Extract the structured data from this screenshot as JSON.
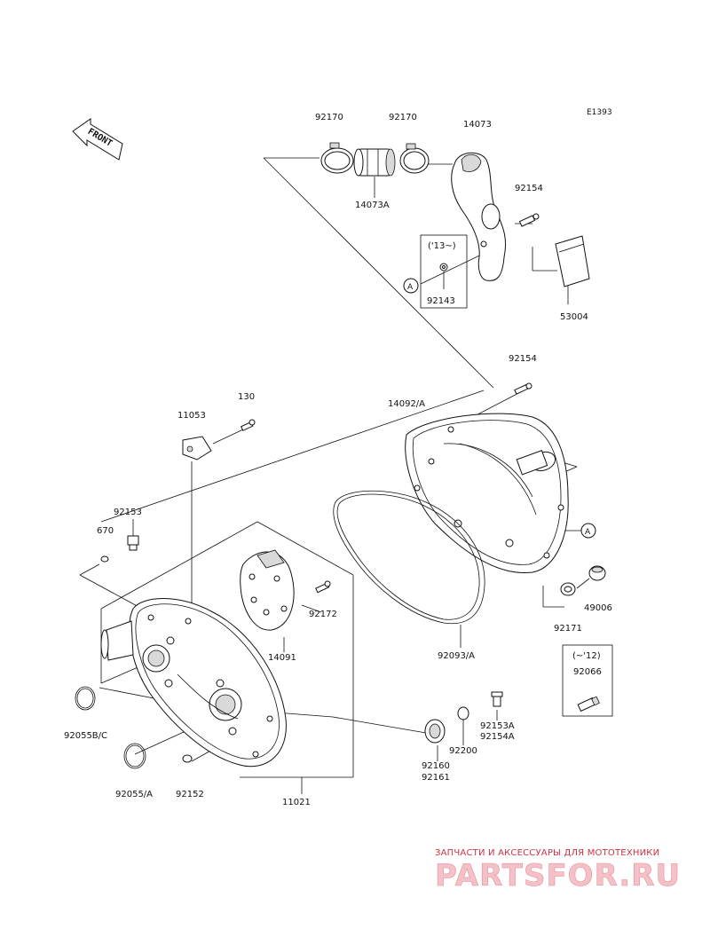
{
  "diagram": {
    "code": "E1393",
    "front_arrow": "FRONT",
    "callout_a": "A",
    "labels": {
      "p92170_l": "92170",
      "p92170_r": "92170",
      "p14073": "14073",
      "p14073a": "14073A",
      "p92154_t": "92154",
      "p13up": "('13~)",
      "p92143": "92143",
      "p53004": "53004",
      "p92154_m": "92154",
      "p14092": "14092/A",
      "p130": "130",
      "p11053": "11053",
      "p92153": "92153",
      "p670": "670",
      "p92172": "92172",
      "p14091": "14091",
      "p92093": "92093/A",
      "p92171": "92171",
      "p49006": "49006",
      "p12down": "(~'12)",
      "p92066": "92066",
      "p92153a": "92153A",
      "p92154a": "92154A",
      "p92200": "92200",
      "p92160": "92160",
      "p92161": "92161",
      "p92055bc": "92055B/C",
      "p92055a": "92055/A",
      "p92152": "92152",
      "p11021": "11021"
    }
  },
  "watermark": {
    "tagline": "ЗАПЧАСТИ И АКСЕССУАРЫ ДЛЯ МОТОТЕХНИКИ",
    "brand": "PARTSFOR.RU"
  }
}
